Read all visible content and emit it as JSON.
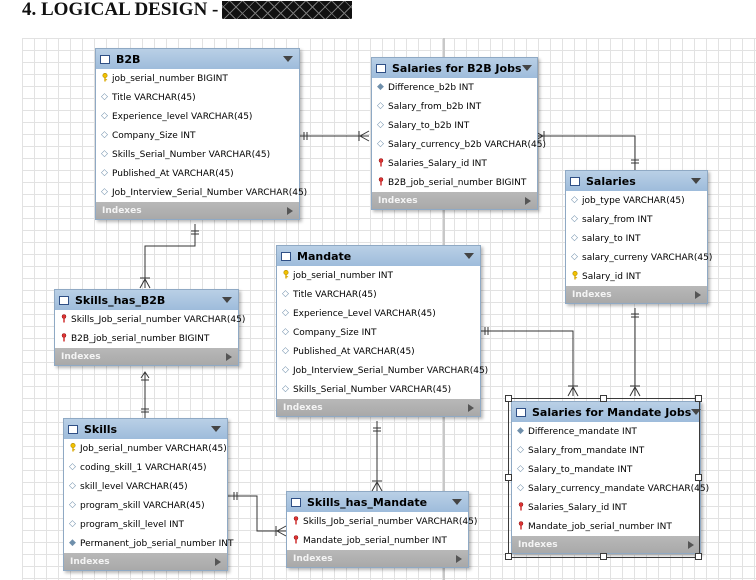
{
  "page": {
    "title": "4. LOGICAL DESIGN -"
  },
  "colors": {
    "header": "#9ebcdb",
    "footer": "#a9a9a9",
    "connector": "#333333",
    "grid": "#e2e2e2"
  },
  "tables": {
    "b2b": {
      "name": "B2B",
      "columns": [
        {
          "icon": "primary-key-icon",
          "text": "job_serial_number BIGINT"
        },
        {
          "icon": "attribute-icon",
          "text": "Title VARCHAR(45)"
        },
        {
          "icon": "attribute-icon",
          "text": "Experience_level VARCHAR(45)"
        },
        {
          "icon": "attribute-icon",
          "text": "Company_Size INT"
        },
        {
          "icon": "attribute-icon",
          "text": "Skills_Serial_Number VARCHAR(45)"
        },
        {
          "icon": "attribute-icon",
          "text": "Published_At VARCHAR(45)"
        },
        {
          "icon": "attribute-icon",
          "text": "Job_Interview_Serial_Number VARCHAR(45)"
        }
      ],
      "footer": "Indexes"
    },
    "salaries_b2b": {
      "name": "Salaries for B2B Jobs",
      "columns": [
        {
          "icon": "attribute-filled-icon",
          "text": "Difference_b2b INT"
        },
        {
          "icon": "attribute-icon",
          "text": "Salary_from_b2b INT"
        },
        {
          "icon": "attribute-icon",
          "text": "Salary_to_b2b INT"
        },
        {
          "icon": "attribute-icon",
          "text": "Salary_currency_b2b VARCHAR(45)"
        },
        {
          "icon": "foreign-key-icon",
          "text": "Salaries_Salary_id INT"
        },
        {
          "icon": "foreign-key-icon",
          "text": "B2B_job_serial_number BIGINT"
        }
      ],
      "footer": "Indexes"
    },
    "salaries": {
      "name": "Salaries",
      "columns": [
        {
          "icon": "attribute-icon",
          "text": "job_type VARCHAR(45)"
        },
        {
          "icon": "attribute-icon",
          "text": "salary_from INT"
        },
        {
          "icon": "attribute-icon",
          "text": "salary_to INT"
        },
        {
          "icon": "attribute-icon",
          "text": "salary_curreny VARCHAR(45)"
        },
        {
          "icon": "primary-key-icon",
          "text": "Salary_id INT"
        }
      ],
      "footer": "Indexes"
    },
    "mandate": {
      "name": "Mandate",
      "columns": [
        {
          "icon": "primary-key-icon",
          "text": "job_serial_number INT"
        },
        {
          "icon": "attribute-icon",
          "text": "Title VARCHAR(45)"
        },
        {
          "icon": "attribute-icon",
          "text": "Experience_Level VARCHAR(45)"
        },
        {
          "icon": "attribute-icon",
          "text": "Company_Size INT"
        },
        {
          "icon": "attribute-icon",
          "text": "Published_At VARCHAR(45)"
        },
        {
          "icon": "attribute-icon",
          "text": "Job_Interview_Serial_Number VARCHAR(45)"
        },
        {
          "icon": "attribute-icon",
          "text": "Skills_Serial_Number VARCHAR(45)"
        }
      ],
      "footer": "Indexes"
    },
    "skills_has_b2b": {
      "name": "Skills_has_B2B",
      "columns": [
        {
          "icon": "foreign-key-icon",
          "text": "Skills_Job_serial_number VARCHAR(45)"
        },
        {
          "icon": "foreign-key-icon",
          "text": "B2B_job_serial_number BIGINT"
        }
      ],
      "footer": "Indexes"
    },
    "skills": {
      "name": "Skills",
      "columns": [
        {
          "icon": "primary-key-icon",
          "text": "Job_serial_number VARCHAR(45)"
        },
        {
          "icon": "attribute-icon",
          "text": "coding_skill_1 VARCHAR(45)"
        },
        {
          "icon": "attribute-icon",
          "text": "skill_level VARCHAR(45)"
        },
        {
          "icon": "attribute-icon",
          "text": "program_skill VARCHAR(45)"
        },
        {
          "icon": "attribute-icon",
          "text": "program_skill_level INT"
        },
        {
          "icon": "attribute-filled-icon",
          "text": "Permanent_job_serial_number INT"
        }
      ],
      "footer": "Indexes"
    },
    "skills_has_mandate": {
      "name": "Skills_has_Mandate",
      "columns": [
        {
          "icon": "foreign-key-icon",
          "text": "Skills_Job_serial_number VARCHAR(45)"
        },
        {
          "icon": "foreign-key-icon",
          "text": "Mandate_job_serial_number INT"
        }
      ],
      "footer": "Indexes"
    },
    "salaries_mandate": {
      "name": "Salaries for Mandate Jobs",
      "columns": [
        {
          "icon": "attribute-filled-icon",
          "text": "Difference_mandate INT"
        },
        {
          "icon": "attribute-icon",
          "text": "Salary_from_mandate INT"
        },
        {
          "icon": "attribute-icon",
          "text": "Salary_to_mandate INT"
        },
        {
          "icon": "attribute-icon",
          "text": "Salary_currency_mandate VARCHAR(45)"
        },
        {
          "icon": "foreign-key-icon",
          "text": "Salaries_Salary_id INT"
        },
        {
          "icon": "foreign-key-icon",
          "text": "Mandate_job_serial_number INT"
        }
      ],
      "footer": "Indexes"
    }
  }
}
